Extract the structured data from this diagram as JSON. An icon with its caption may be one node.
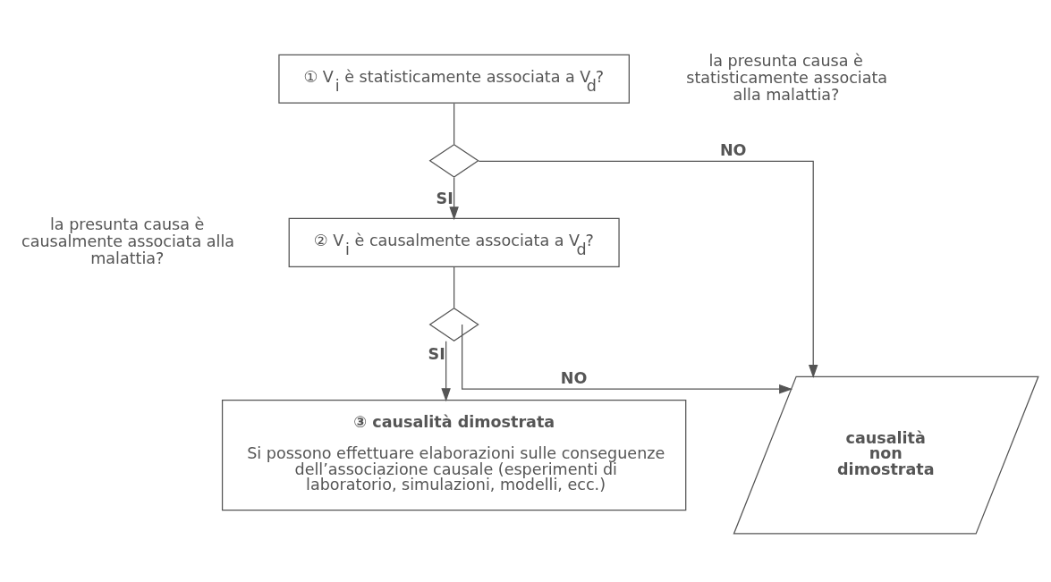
{
  "diagram": {
    "nodes": [
      {
        "text": [
          "① V$_{i}$ è statisticamente associata a V$_{d}$?"
        ],
        "beside": [
          "la presunta causa è statisticamente associata alla malattia?"
        ]
      },
      {
        "text": [],
        "shape": "diamond"
      },
      {
        "text": [
          "② V$_{i}$ è causalmente associata a V$_{d}$?"
        ],
        "beside": [
          "la presunta causa è causalmente associata alla malattia?"
        ]
      },
      {
        "text": [],
        "shape": "diamond"
      },
      {
        "text": [
          "③ causalità dimostrata",
          "Si possono effettuare elaborazioni sulle conseguenze dell’associazione causale (esperimenti di laboratorio, simulazioni, modelli, ecc.)"
        ]
      },
      {
        "text": [
          "causalità non dimostrata"
        ]
      }
    ],
    "edges": [
      {
        "from": 0,
        "to": 1,
        "arrow": "none"
      },
      {
        "from": 1,
        "to": 2,
        "arrow": "to",
        "label": "SI"
      },
      {
        "from": 1,
        "to": 5,
        "arrow": "to",
        "label": "NO"
      },
      {
        "from": 2,
        "to": 3,
        "arrow": "none"
      },
      {
        "from": 3,
        "to": 4,
        "arrow": "to",
        "label": "SI"
      },
      {
        "from": 3,
        "to": 5,
        "arrow": "to",
        "label": "NO"
      }
    ]
  }
}
